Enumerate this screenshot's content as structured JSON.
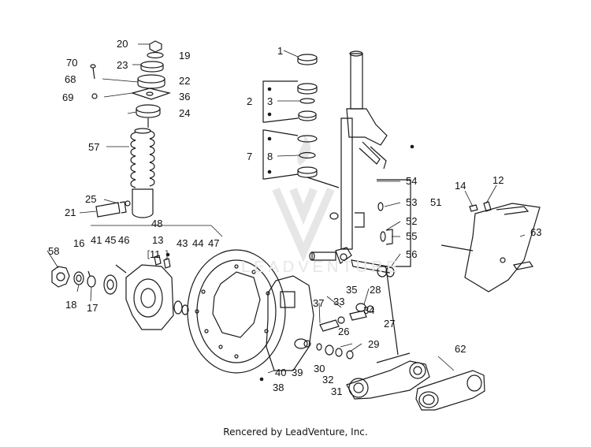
{
  "credit": "Rencered by LeadVenture, Inc.",
  "watermark": "LEADVENTURE",
  "callouts": [
    "20",
    "19",
    "70",
    "23",
    "68",
    "22",
    "69",
    "36",
    "24",
    "57",
    "25",
    "21",
    "1",
    "2",
    "3",
    "7",
    "8",
    "54",
    "53",
    "51",
    "52",
    "55",
    "56",
    "14",
    "12",
    "63",
    "48",
    "16",
    "41",
    "45",
    "46",
    "13",
    "43",
    "44",
    "47",
    "11",
    "58",
    "18",
    "17",
    "35",
    "28",
    "37",
    "33",
    "34",
    "27",
    "26",
    "29",
    "40",
    "39",
    "30",
    "32",
    "31",
    "38",
    "62"
  ],
  "bullets": [
    "•",
    "•",
    "•",
    "•",
    "•",
    "•",
    "•"
  ],
  "colors": {
    "line": "#1a1a1a",
    "watermark": "#e6e6e6"
  }
}
